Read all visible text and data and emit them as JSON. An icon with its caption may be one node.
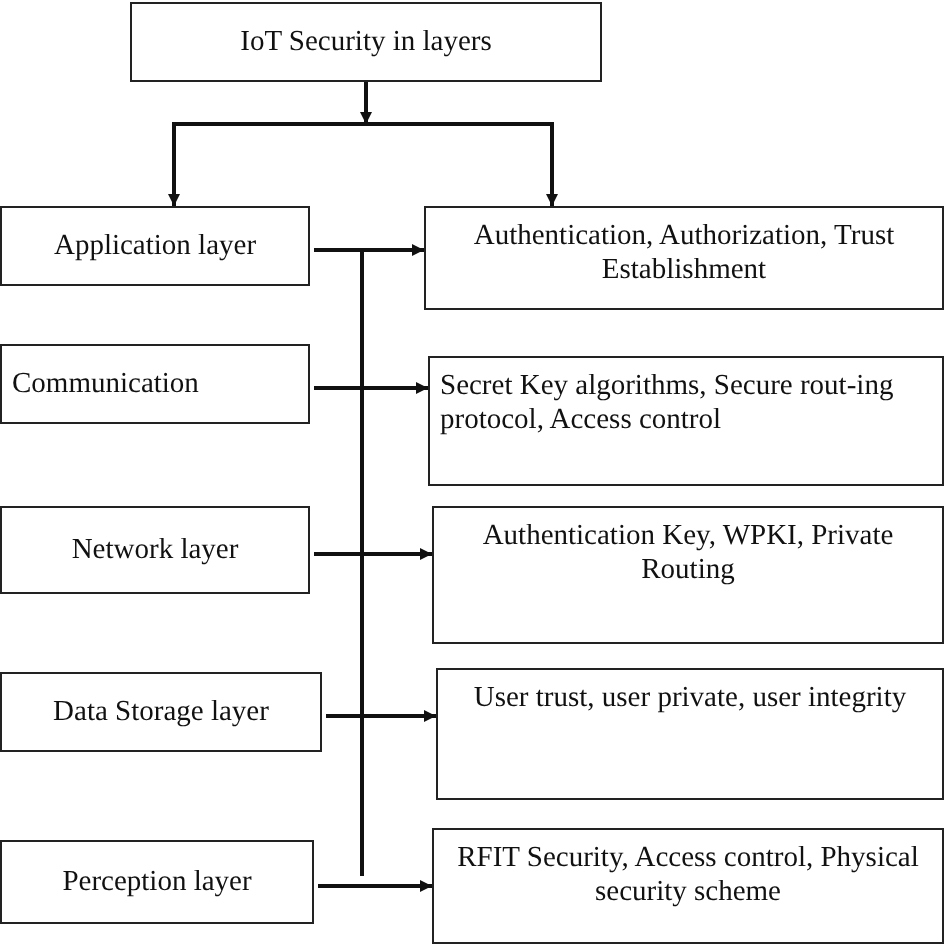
{
  "diagram": {
    "nodes": [
      {
        "text": [
          "IoT Security in layers"
        ]
      },
      {
        "text": [
          "Application layer"
        ]
      },
      {
        "text": [
          "Authentication, Authorization, Trust Establishment"
        ]
      },
      {
        "text": [
          "Communication"
        ]
      },
      {
        "text": [
          "Secret Key algorithms, Secure rout-ing protocol, Access control"
        ]
      },
      {
        "text": [
          "Network layer"
        ]
      },
      {
        "text": [
          "Authentication Key, WPKI, Private Routing"
        ]
      },
      {
        "text": [
          "Data Storage layer"
        ]
      },
      {
        "text": [
          "User trust, user private, user integrity"
        ]
      },
      {
        "text": [
          "Perception layer"
        ]
      },
      {
        "text": [
          "RFIT Security, Access control, Physical security scheme"
        ]
      }
    ],
    "edges": [
      {
        "from": 0,
        "to": 1,
        "arrow": "to"
      },
      {
        "from": 0,
        "to": 2,
        "arrow": "to"
      },
      {
        "from": 1,
        "to": 2,
        "arrow": "to"
      },
      {
        "from": 3,
        "to": 4,
        "arrow": "to"
      },
      {
        "from": 5,
        "to": 6,
        "arrow": "to"
      },
      {
        "from": 7,
        "to": 8,
        "arrow": "to"
      },
      {
        "from": 9,
        "to": 10,
        "arrow": "to"
      }
    ]
  }
}
